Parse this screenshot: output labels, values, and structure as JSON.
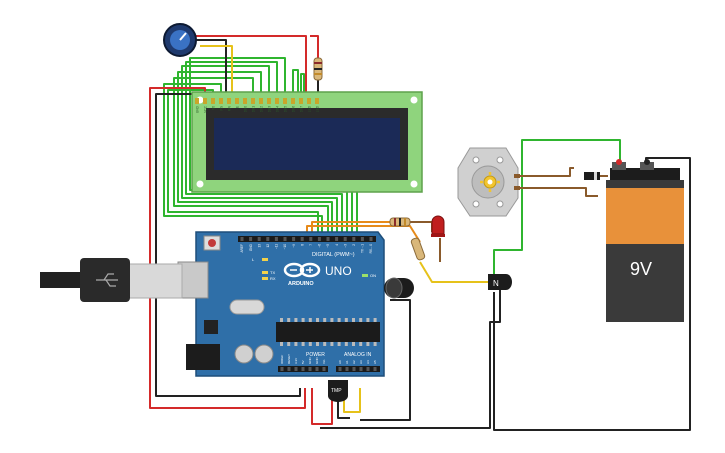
{
  "board": {
    "brand_label": "ARDUINO",
    "model_label": "UNO",
    "digital_label": "DIGITAL (PWM~)",
    "power_label": "POWER",
    "analog_label": "ANALOG IN",
    "on_label": "ON",
    "tx_label": "TX",
    "rx_label": "RX",
    "l_label": "L",
    "digital_pins": [
      "AREF",
      "GND",
      "13",
      "12",
      "~11",
      "~10",
      "~9",
      "8",
      "7",
      "~6",
      "~5",
      "4",
      "~3",
      "2",
      "TX→1",
      "RX←0"
    ],
    "power_pins": [
      "IOREF",
      "RESET",
      "3.3V",
      "5V",
      "GND",
      "GND",
      "Vin"
    ],
    "analog_pins": [
      "A0",
      "A1",
      "A2",
      "A3",
      "A4",
      "A5"
    ]
  },
  "lcd": {
    "pin_labels": [
      "GND",
      "VCC",
      "V0",
      "RS",
      "RW",
      "E",
      "DB0",
      "DB1",
      "DB2",
      "DB3",
      "DB4",
      "DB5",
      "DB6",
      "DB7",
      "LED",
      "LED"
    ]
  },
  "battery": {
    "label": "9V"
  },
  "transistor": {
    "label": "N"
  },
  "sensor": {
    "label": "TMP"
  },
  "colors": {
    "board": "#2f6fa8",
    "lcd_pcb": "#8fd47d",
    "lcd_screen": "#1b2a57",
    "battery_body": "#3a3a3a",
    "battery_band": "#e8913a",
    "wire_green": "#2fb52f",
    "wire_red": "#d42a2a",
    "wire_black": "#222222",
    "wire_orange": "#e68a1a",
    "wire_yellow": "#e6c21a",
    "wire_brown": "#8a5a2b"
  }
}
